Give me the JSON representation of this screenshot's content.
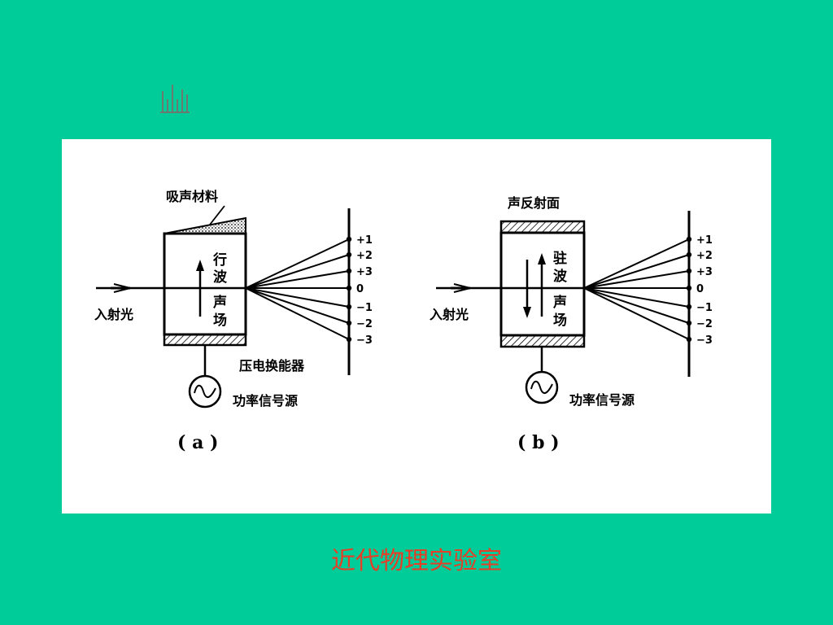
{
  "diagram_a": {
    "absorber_label": "吸声材料",
    "field_label": [
      "行",
      "波",
      "声",
      "场"
    ],
    "incident_label": "入射光",
    "transducer_label": "压电换能器",
    "source_label": "功率信号源",
    "caption": "( a )"
  },
  "diagram_b": {
    "reflector_label": "声反射面",
    "field_label": [
      "驻",
      "波",
      "声",
      "场"
    ],
    "incident_label": "入射光",
    "source_label": "功率信号源",
    "caption": "( b )"
  },
  "orders": [
    "+1",
    "+2",
    "+3",
    "0",
    "−1",
    "−2",
    "−3"
  ],
  "footer": "近代物理实验室",
  "colors": {
    "background": "#00CC99",
    "footer": "#E53F27"
  },
  "icon": "building-icon"
}
